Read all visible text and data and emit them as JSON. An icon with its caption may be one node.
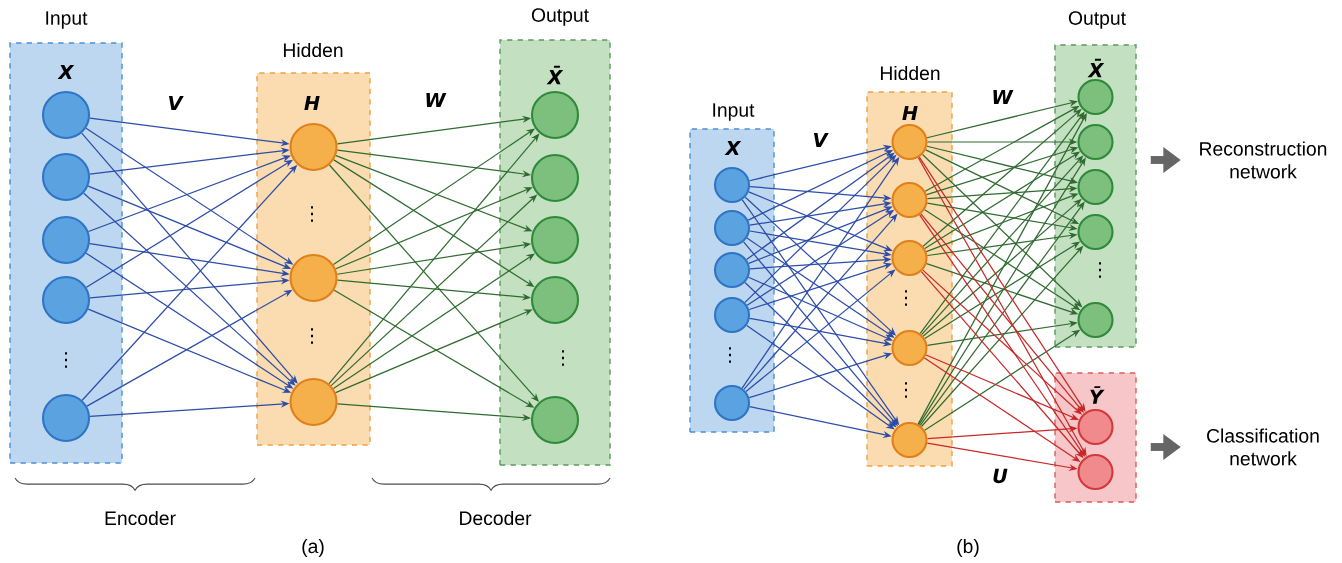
{
  "diagram": {
    "nodes": [
      {
        "text": [
          "Input",
          "X"
        ]
      },
      {
        "text": [],
        "shape": "circle",
        "in": 0
      },
      {
        "text": [],
        "shape": "circle",
        "in": 0
      },
      {
        "text": [],
        "shape": "circle",
        "in": 0
      },
      {
        "text": [],
        "shape": "circle",
        "in": 0
      },
      {
        "text": [],
        "shape": "circle",
        "in": 0
      },
      {
        "text": [
          "Hidden",
          "H"
        ]
      },
      {
        "text": [],
        "shape": "circle",
        "in": 6
      },
      {
        "text": [],
        "shape": "circle",
        "in": 6
      },
      {
        "text": [],
        "shape": "circle",
        "in": 6
      },
      {
        "text": [
          "Output",
          "X̄"
        ]
      },
      {
        "text": [],
        "shape": "circle",
        "in": 10
      },
      {
        "text": [],
        "shape": "circle",
        "in": 10
      },
      {
        "text": [],
        "shape": "circle",
        "in": 10
      },
      {
        "text": [],
        "shape": "circle",
        "in": 10
      },
      {
        "text": [],
        "shape": "circle",
        "in": 10
      },
      {
        "text": [
          "Input",
          "X"
        ]
      },
      {
        "text": [],
        "shape": "circle",
        "in": 16
      },
      {
        "text": [],
        "shape": "circle",
        "in": 16
      },
      {
        "text": [],
        "shape": "circle",
        "in": 16
      },
      {
        "text": [],
        "shape": "circle",
        "in": 16
      },
      {
        "text": [],
        "shape": "circle",
        "in": 16
      },
      {
        "text": [
          "Hidden",
          "H"
        ]
      },
      {
        "text": [],
        "shape": "circle",
        "in": 22
      },
      {
        "text": [],
        "shape": "circle",
        "in": 22
      },
      {
        "text": [],
        "shape": "circle",
        "in": 22
      },
      {
        "text": [],
        "shape": "circle",
        "in": 22
      },
      {
        "text": [],
        "shape": "circle",
        "in": 22
      },
      {
        "text": [
          "Output",
          "X̄"
        ]
      },
      {
        "text": [],
        "shape": "circle",
        "in": 28
      },
      {
        "text": [],
        "shape": "circle",
        "in": 28
      },
      {
        "text": [],
        "shape": "circle",
        "in": 28
      },
      {
        "text": [],
        "shape": "circle",
        "in": 28
      },
      {
        "text": [],
        "shape": "circle",
        "in": 28
      },
      {
        "text": [
          "Ȳ"
        ]
      },
      {
        "text": [],
        "shape": "circle",
        "in": 34
      },
      {
        "text": [],
        "shape": "circle",
        "in": 34
      },
      {
        "text": [
          "Reconstruction network"
        ]
      },
      {
        "text": [
          "Classification network"
        ]
      }
    ],
    "edges": [
      {
        "from": 1,
        "to": 7,
        "arrow": "to",
        "color": "#2b4ca8"
      },
      {
        "from": 1,
        "to": 8,
        "arrow": "to",
        "color": "#2b4ca8"
      },
      {
        "from": 1,
        "to": 9,
        "arrow": "to",
        "color": "#2b4ca8"
      },
      {
        "from": 2,
        "to": 7,
        "arrow": "to",
        "color": "#2b4ca8"
      },
      {
        "from": 2,
        "to": 8,
        "arrow": "to",
        "color": "#2b4ca8"
      },
      {
        "from": 2,
        "to": 9,
        "arrow": "to",
        "color": "#2b4ca8"
      },
      {
        "from": 3,
        "to": 7,
        "arrow": "to",
        "color": "#2b4ca8"
      },
      {
        "from": 3,
        "to": 8,
        "arrow": "to",
        "color": "#2b4ca8"
      },
      {
        "from": 3,
        "to": 9,
        "arrow": "to",
        "color": "#2b4ca8"
      },
      {
        "from": 4,
        "to": 7,
        "arrow": "to",
        "color": "#2b4ca8"
      },
      {
        "from": 4,
        "to": 8,
        "arrow": "to",
        "color": "#2b4ca8"
      },
      {
        "from": 4,
        "to": 9,
        "arrow": "to",
        "color": "#2b4ca8"
      },
      {
        "from": 5,
        "to": 7,
        "arrow": "to",
        "color": "#2b4ca8"
      },
      {
        "from": 5,
        "to": 8,
        "arrow": "to",
        "color": "#2b4ca8"
      },
      {
        "from": 5,
        "to": 9,
        "arrow": "to",
        "color": "#2b4ca8"
      },
      {
        "from": 7,
        "to": 11,
        "arrow": "to",
        "color": "#2f6b30"
      },
      {
        "from": 7,
        "to": 12,
        "arrow": "to",
        "color": "#2f6b30"
      },
      {
        "from": 7,
        "to": 13,
        "arrow": "to",
        "color": "#2f6b30"
      },
      {
        "from": 7,
        "to": 14,
        "arrow": "to",
        "color": "#2f6b30"
      },
      {
        "from": 7,
        "to": 15,
        "arrow": "to",
        "color": "#2f6b30"
      },
      {
        "from": 8,
        "to": 11,
        "arrow": "to",
        "color": "#2f6b30"
      },
      {
        "from": 8,
        "to": 12,
        "arrow": "to",
        "color": "#2f6b30"
      },
      {
        "from": 8,
        "to": 13,
        "arrow": "to",
        "color": "#2f6b30"
      },
      {
        "from": 8,
        "to": 14,
        "arrow": "to",
        "color": "#2f6b30"
      },
      {
        "from": 8,
        "to": 15,
        "arrow": "to",
        "color": "#2f6b30"
      },
      {
        "from": 9,
        "to": 11,
        "arrow": "to",
        "color": "#2f6b30"
      },
      {
        "from": 9,
        "to": 12,
        "arrow": "to",
        "color": "#2f6b30"
      },
      {
        "from": 9,
        "to": 13,
        "arrow": "to",
        "color": "#2f6b30"
      },
      {
        "from": 9,
        "to": 14,
        "arrow": "to",
        "color": "#2f6b30"
      },
      {
        "from": 9,
        "to": 15,
        "arrow": "to",
        "color": "#2f6b30"
      },
      {
        "from": 17,
        "to": 23,
        "arrow": "to",
        "color": "#2b4ca8"
      },
      {
        "from": 17,
        "to": 24,
        "arrow": "to",
        "color": "#2b4ca8"
      },
      {
        "from": 17,
        "to": 25,
        "arrow": "to",
        "color": "#2b4ca8"
      },
      {
        "from": 17,
        "to": 26,
        "arrow": "to",
        "color": "#2b4ca8"
      },
      {
        "from": 17,
        "to": 27,
        "arrow": "to",
        "color": "#2b4ca8"
      },
      {
        "from": 18,
        "to": 23,
        "arrow": "to",
        "color": "#2b4ca8"
      },
      {
        "from": 18,
        "to": 24,
        "arrow": "to",
        "color": "#2b4ca8"
      },
      {
        "from": 18,
        "to": 25,
        "arrow": "to",
        "color": "#2b4ca8"
      },
      {
        "from": 18,
        "to": 26,
        "arrow": "to",
        "color": "#2b4ca8"
      },
      {
        "from": 18,
        "to": 27,
        "arrow": "to",
        "color": "#2b4ca8"
      },
      {
        "from": 19,
        "to": 23,
        "arrow": "to",
        "color": "#2b4ca8"
      },
      {
        "from": 19,
        "to": 24,
        "arrow": "to",
        "color": "#2b4ca8"
      },
      {
        "from": 19,
        "to": 25,
        "arrow": "to",
        "color": "#2b4ca8"
      },
      {
        "from": 19,
        "to": 26,
        "arrow": "to",
        "color": "#2b4ca8"
      },
      {
        "from": 19,
        "to": 27,
        "arrow": "to",
        "color": "#2b4ca8"
      },
      {
        "from": 20,
        "to": 23,
        "arrow": "to",
        "color": "#2b4ca8"
      },
      {
        "from": 20,
        "to": 24,
        "arrow": "to",
        "color": "#2b4ca8"
      },
      {
        "from": 20,
        "to": 25,
        "arrow": "to",
        "color": "#2b4ca8"
      },
      {
        "from": 20,
        "to": 26,
        "arrow": "to",
        "color": "#2b4ca8"
      },
      {
        "from": 20,
        "to": 27,
        "arrow": "to",
        "color": "#2b4ca8"
      },
      {
        "from": 21,
        "to": 23,
        "arrow": "to",
        "color": "#2b4ca8"
      },
      {
        "from": 21,
        "to": 24,
        "arrow": "to",
        "color": "#2b4ca8"
      },
      {
        "from": 21,
        "to": 25,
        "arrow": "to",
        "color": "#2b4ca8"
      },
      {
        "from": 21,
        "to": 26,
        "arrow": "to",
        "color": "#2b4ca8"
      },
      {
        "from": 21,
        "to": 27,
        "arrow": "to",
        "color": "#2b4ca8"
      },
      {
        "from": 23,
        "to": 29,
        "arrow": "to",
        "color": "#2f6b30"
      },
      {
        "from": 23,
        "to": 30,
        "arrow": "to",
        "color": "#2f6b30"
      },
      {
        "from": 23,
        "to": 31,
        "arrow": "to",
        "color": "#2f6b30"
      },
      {
        "from": 23,
        "to": 32,
        "arrow": "to",
        "color": "#2f6b30"
      },
      {
        "from": 23,
        "to": 33,
        "arrow": "to",
        "color": "#2f6b30"
      },
      {
        "from": 24,
        "to": 29,
        "arrow": "to",
        "color": "#2f6b30"
      },
      {
        "from": 24,
        "to": 30,
        "arrow": "to",
        "color": "#2f6b30"
      },
      {
        "from": 24,
        "to": 31,
        "arrow": "to",
        "color": "#2f6b30"
      },
      {
        "from": 24,
        "to": 32,
        "arrow": "to",
        "color": "#2f6b30"
      },
      {
        "from": 24,
        "to": 33,
        "arrow": "to",
        "color": "#2f6b30"
      },
      {
        "from": 25,
        "to": 29,
        "arrow": "to",
        "color": "#2f6b30"
      },
      {
        "from": 25,
        "to": 30,
        "arrow": "to",
        "color": "#2f6b30"
      },
      {
        "from": 25,
        "to": 31,
        "arrow": "to",
        "color": "#2f6b30"
      },
      {
        "from": 25,
        "to": 32,
        "arrow": "to",
        "color": "#2f6b30"
      },
      {
        "from": 25,
        "to": 33,
        "arrow": "to",
        "color": "#2f6b30"
      },
      {
        "from": 26,
        "to": 29,
        "arrow": "to",
        "color": "#2f6b30"
      },
      {
        "from": 26,
        "to": 30,
        "arrow": "to",
        "color": "#2f6b30"
      },
      {
        "from": 26,
        "to": 31,
        "arrow": "to",
        "color": "#2f6b30"
      },
      {
        "from": 26,
        "to": 32,
        "arrow": "to",
        "color": "#2f6b30"
      },
      {
        "from": 26,
        "to": 33,
        "arrow": "to",
        "color": "#2f6b30"
      },
      {
        "from": 27,
        "to": 29,
        "arrow": "to",
        "color": "#2f6b30"
      },
      {
        "from": 27,
        "to": 30,
        "arrow": "to",
        "color": "#2f6b30"
      },
      {
        "from": 27,
        "to": 31,
        "arrow": "to",
        "color": "#2f6b30"
      },
      {
        "from": 27,
        "to": 32,
        "arrow": "to",
        "color": "#2f6b30"
      },
      {
        "from": 27,
        "to": 33,
        "arrow": "to",
        "color": "#2f6b30"
      },
      {
        "from": 23,
        "to": 35,
        "arrow": "to",
        "color": "#c82828"
      },
      {
        "from": 23,
        "to": 36,
        "arrow": "to",
        "color": "#c82828"
      },
      {
        "from": 24,
        "to": 35,
        "arrow": "to",
        "color": "#c82828"
      },
      {
        "from": 24,
        "to": 36,
        "arrow": "to",
        "color": "#c82828"
      },
      {
        "from": 25,
        "to": 35,
        "arrow": "to",
        "color": "#c82828"
      },
      {
        "from": 25,
        "to": 36,
        "arrow": "to",
        "color": "#c82828"
      },
      {
        "from": 26,
        "to": 35,
        "arrow": "to",
        "color": "#c82828"
      },
      {
        "from": 26,
        "to": 36,
        "arrow": "to",
        "color": "#c82828"
      },
      {
        "from": 27,
        "to": 35,
        "arrow": "to",
        "color": "#c82828"
      },
      {
        "from": 27,
        "to": 36,
        "arrow": "to",
        "color": "#c82828"
      },
      {
        "from": 28,
        "to": 37,
        "arrow": "to",
        "style": "thick",
        "color": "#666666"
      },
      {
        "from": 34,
        "to": 38,
        "arrow": "to",
        "style": "thick",
        "color": "#666666"
      }
    ],
    "labels": [
      "V",
      "W",
      "⋮",
      "⋮",
      "⋮",
      "⋮",
      "Encoder",
      "Decoder",
      "(a)",
      "W",
      "V",
      "⋮",
      "⋮",
      "⋮",
      "⋮",
      "U",
      "(b)"
    ]
  }
}
